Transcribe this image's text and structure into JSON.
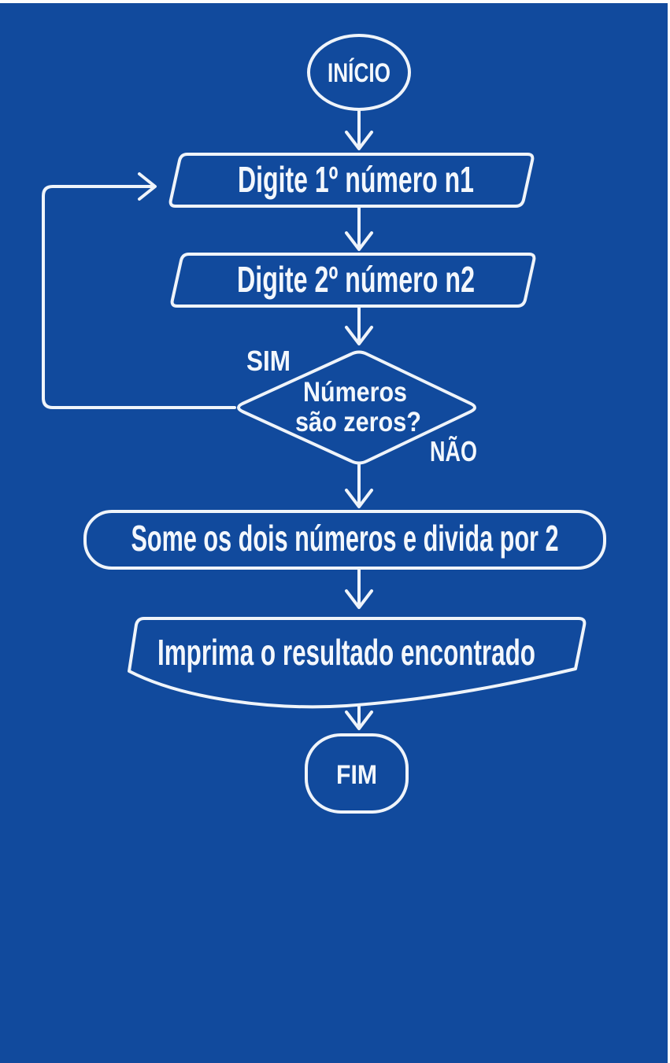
{
  "page": {
    "background_color": "#114A9D",
    "line_color": "#EFF4FA",
    "text_color": "#F3F7FC",
    "edge_border_color": "#FDFDFD"
  },
  "flowchart": {
    "start": {
      "shape": "terminator-oval",
      "label": "INÍCIO"
    },
    "input1": {
      "shape": "input-parallelogram",
      "label": "Digite 1º número n1"
    },
    "input2": {
      "shape": "input-parallelogram",
      "label": "Digite 2º número n2"
    },
    "decision": {
      "shape": "diamond",
      "line1": "Números",
      "line2": "são zeros?",
      "yes_label": "SIM",
      "no_label": "NÃO"
    },
    "process": {
      "shape": "rounded-rectangle",
      "label": "Some os dois números e divida por 2"
    },
    "output": {
      "shape": "document",
      "label": "Imprima o resultado encontrado"
    },
    "end": {
      "shape": "terminator-oval",
      "label": "FIM"
    }
  }
}
